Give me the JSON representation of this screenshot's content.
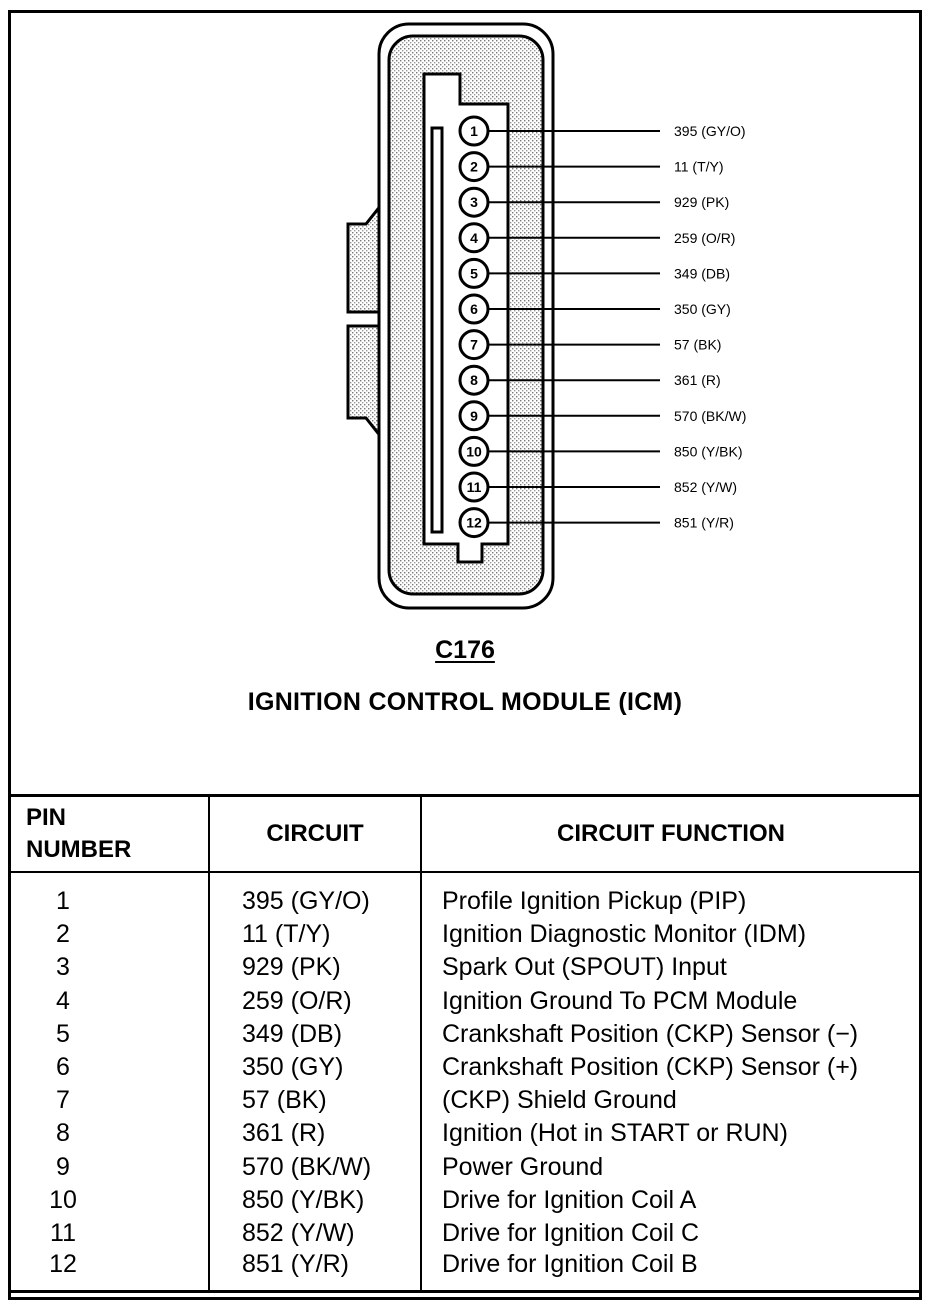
{
  "diagram": {
    "connector_id": "C176",
    "module_name": "IGNITION CONTROL MODULE (ICM)",
    "pin_labels": [
      {
        "pin": "1",
        "circuit": "395 (GY/O)"
      },
      {
        "pin": "2",
        "circuit": "11 (T/Y)"
      },
      {
        "pin": "3",
        "circuit": "929 (PK)"
      },
      {
        "pin": "4",
        "circuit": "259 (O/R)"
      },
      {
        "pin": "5",
        "circuit": "349 (DB)"
      },
      {
        "pin": "6",
        "circuit": "350 (GY)"
      },
      {
        "pin": "7",
        "circuit": "57 (BK)"
      },
      {
        "pin": "8",
        "circuit": "361 (R)"
      },
      {
        "pin": "9",
        "circuit": "570 (BK/W)"
      },
      {
        "pin": "10",
        "circuit": "850 (Y/BK)"
      },
      {
        "pin": "11",
        "circuit": "852 (Y/W)"
      },
      {
        "pin": "12",
        "circuit": "851 (Y/R)"
      }
    ]
  },
  "table": {
    "headers": {
      "pin_line1": "PIN",
      "pin_line2": "NUMBER",
      "circuit": "CIRCUIT",
      "function": "CIRCUIT FUNCTION"
    },
    "rows": [
      {
        "pin": "1",
        "circuit": "395 (GY/O)",
        "function": "Profile Ignition Pickup (PIP)"
      },
      {
        "pin": "2",
        "circuit": "11 (T/Y)",
        "function": "Ignition Diagnostic Monitor (IDM)"
      },
      {
        "pin": "3",
        "circuit": "929 (PK)",
        "function": "Spark Out (SPOUT) Input"
      },
      {
        "pin": "4",
        "circuit": "259 (O/R)",
        "function": "Ignition Ground To PCM Module"
      },
      {
        "pin": "5",
        "circuit": "349 (DB)",
        "function": "Crankshaft Position (CKP) Sensor (−)"
      },
      {
        "pin": "6",
        "circuit": "350 (GY)",
        "function": "Crankshaft Position (CKP) Sensor (+)"
      },
      {
        "pin": "7",
        "circuit": "57 (BK)",
        "function": "(CKP) Shield Ground"
      },
      {
        "pin": "8",
        "circuit": "361 (R)",
        "function": "Ignition (Hot in START or RUN)"
      },
      {
        "pin": "9",
        "circuit": "570 (BK/W)",
        "function": "Power Ground"
      },
      {
        "pin": "10",
        "circuit": "850 (Y/BK)",
        "function": "Drive for Ignition Coil A"
      },
      {
        "pin": "11",
        "circuit": "852 (Y/W)",
        "function": "Drive for Ignition Coil C"
      },
      {
        "pin": "12",
        "circuit": "851 (Y/R)",
        "function": "Drive for Ignition Coil B"
      }
    ]
  }
}
